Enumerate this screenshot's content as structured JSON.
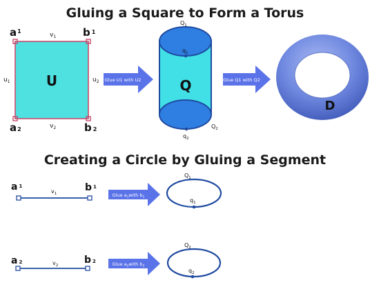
{
  "titles": {
    "top": "Gluing a Square to Form a Torus",
    "bottom": "Creating a Circle by Gluing a Segment"
  },
  "square": {
    "corner_tl": {
      "main": "a",
      "sub": "1"
    },
    "corner_tr": {
      "main": "b",
      "sub": "1"
    },
    "corner_bl": {
      "main": "a",
      "sub": "2"
    },
    "corner_br": {
      "main": "b",
      "sub": "2"
    },
    "edge_top": {
      "main": "v",
      "sub": "1"
    },
    "edge_bottom": {
      "main": "v",
      "sub": "2"
    },
    "edge_left": {
      "main": "u",
      "sub": "1"
    },
    "edge_right": {
      "main": "u",
      "sub": "2"
    },
    "center": "U"
  },
  "arrows": {
    "glue_u": "Glue U1 with U2",
    "glue_q": "Glue Q1 with Q2",
    "glue_seg1": {
      "pre": "Glue a",
      "sub1": "1",
      "mid": "with b",
      "sub2": "1"
    },
    "glue_seg2": {
      "pre": "Glue a",
      "sub1": "2",
      "mid": "with b",
      "sub2": "2"
    }
  },
  "cylinder": {
    "top_label": {
      "main": "Q",
      "sub": "1"
    },
    "top_point": {
      "main": "q",
      "sub": "1"
    },
    "center": "Q",
    "bottom_label": {
      "main": "Q",
      "sub": "2"
    },
    "bottom_point": {
      "main": "q",
      "sub": "2"
    }
  },
  "torus": {
    "center": "D"
  },
  "segment1": {
    "left": {
      "main": "a",
      "sub": "1"
    },
    "right": {
      "main": "b",
      "sub": "1"
    },
    "mid": {
      "main": "v",
      "sub": "1"
    }
  },
  "circle1": {
    "top": {
      "main": "Q",
      "sub": "1"
    },
    "point": {
      "main": "q",
      "sub": "1"
    }
  },
  "segment2": {
    "left": {
      "main": "a",
      "sub": "2"
    },
    "right": {
      "main": "b",
      "sub": "2"
    },
    "mid": {
      "main": "v",
      "sub": "2"
    }
  },
  "circle2": {
    "top": {
      "main": "Q",
      "sub": "2"
    },
    "point": {
      "main": "q",
      "sub": "2"
    }
  },
  "colors": {
    "square_fill": "#4fe0e0",
    "square_edge": "#c84a6a",
    "arrow": "#5b73e8",
    "cylinder_fill": "#40e0e6",
    "cylinder_cap": "#2f7fe3",
    "dark_blue": "#1f4aa0",
    "torus": "#6f89e0"
  }
}
